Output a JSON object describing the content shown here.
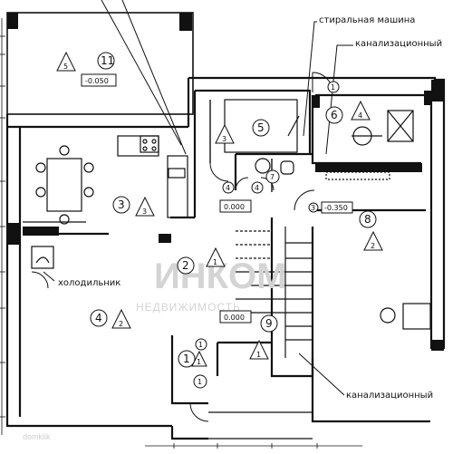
{
  "labels": {
    "washing_machine": "стиральная машина",
    "sewer_top": "канализационный",
    "sewer_bottom": "канализационный",
    "fridge": "холодильник"
  },
  "watermark": {
    "brand": "ИНКОМ",
    "tagline": "НЕДВИЖИМОСТЬ",
    "source": "domklik"
  },
  "levels": {
    "terrace": "-0.050",
    "main_hall": "0.000",
    "room_8": "-0.350",
    "hall_lower": "0.000"
  },
  "rooms": {
    "r11": "11",
    "r5": "5",
    "r6": "6",
    "r3": "3",
    "r8": "8",
    "r2": "2",
    "r4": "4",
    "r9": "9",
    "r1a": "1",
    "r1b": "1",
    "r7": "7",
    "r4a": "4",
    "r4b": "4",
    "r3b": "3"
  },
  "markers": {
    "m1": "1",
    "m2": "2",
    "m3": "3",
    "m4": "4",
    "m5": "5"
  }
}
